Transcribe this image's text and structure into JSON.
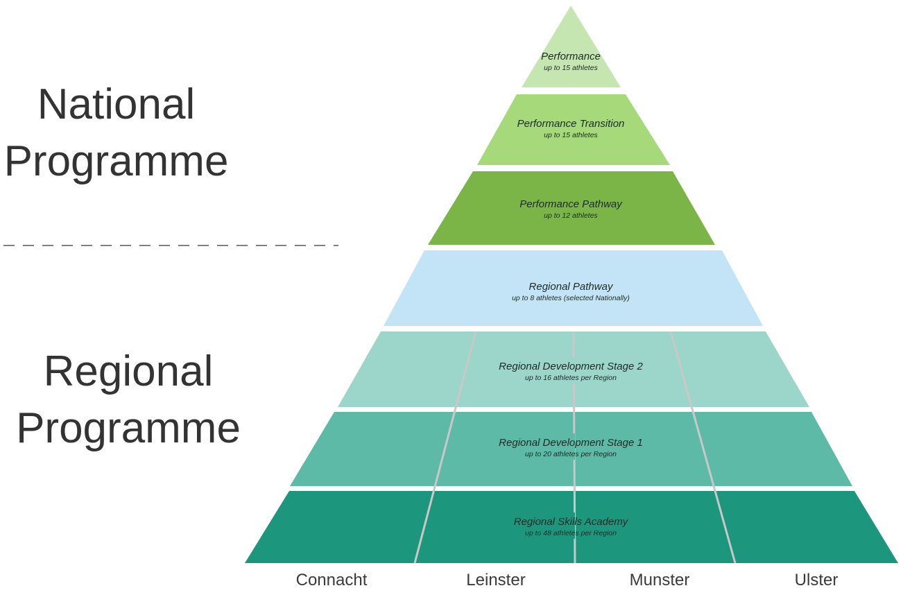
{
  "side_labels": {
    "national": [
      "National",
      "Programme"
    ],
    "regional": [
      "Regional",
      "Programme"
    ]
  },
  "tiers": [
    {
      "title": "Performance",
      "subtitle": "up to 15 athletes",
      "color": "#c5e6b0",
      "programme": "National"
    },
    {
      "title": "Performance Transition",
      "subtitle": "up to 15 athletes",
      "color": "#a5d97a",
      "programme": "National"
    },
    {
      "title": "Performance Pathway",
      "subtitle": "up to 12 athletes",
      "color": "#7bb548",
      "programme": "National"
    },
    {
      "title": "Regional Pathway",
      "subtitle": "up to 8 athletes (selected Nationally)",
      "color": "#c3e3f6",
      "programme": "Regional"
    },
    {
      "title": "Regional Development Stage 2",
      "subtitle": "up to 16 athletes per Region",
      "color": "#9cd6ca",
      "programme": "Regional"
    },
    {
      "title": "Regional Development Stage 1",
      "subtitle": "up to 20 athletes per Region",
      "color": "#5dbaa6",
      "programme": "Regional"
    },
    {
      "title": "Regional Skills Academy",
      "subtitle": "up to 48 athletes per Region",
      "color": "#1c977d",
      "programme": "Regional"
    }
  ],
  "regions": [
    "Connacht",
    "Leinster",
    "Munster",
    "Ulster"
  ],
  "colors": {
    "divider_line": "#c8c8c8",
    "dashed_separator": "#555555",
    "side_label_text": "#333333"
  }
}
